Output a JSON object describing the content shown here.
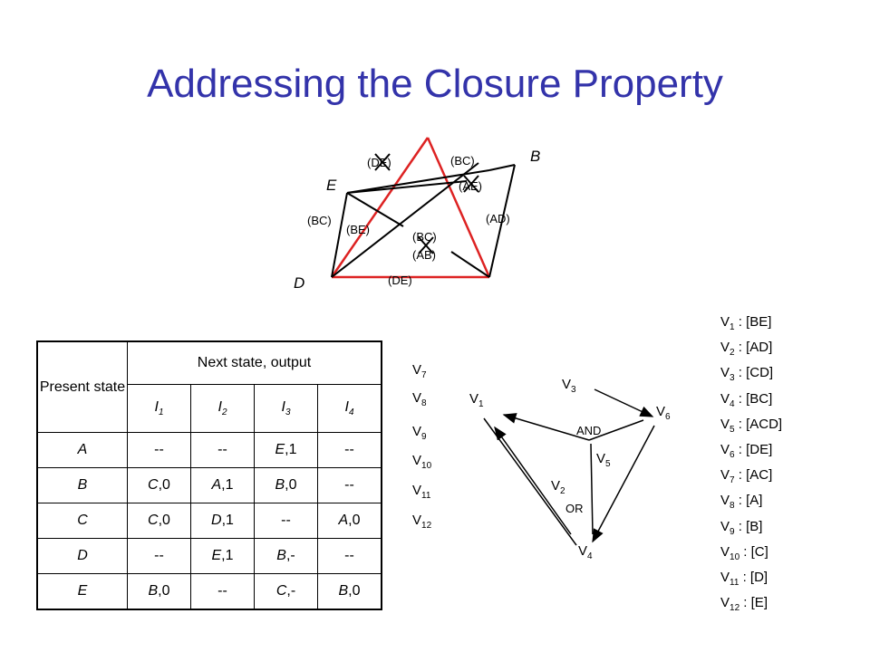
{
  "title": "Addressing the Closure Property",
  "diagram": {
    "nodes": {
      "B": "B",
      "E": "E",
      "D": "D"
    },
    "edge_labels": {
      "de_top": "(DE)",
      "bc_top": "(BC)",
      "ae_top": "(AE)",
      "bc_left": "(BC)",
      "be": "(BE)",
      "ad": "(AD)",
      "bc_mid": "(BC)",
      "ab_mid": "(AB)",
      "de_bottom": "(DE)"
    }
  },
  "table": {
    "present_state_header": "Present state",
    "next_state_header": "Next state, output",
    "inputs": [
      "I1",
      "I2",
      "I3",
      "I4"
    ],
    "rows": [
      {
        "state": "A",
        "cells": [
          "--",
          "--",
          "E,1",
          "--"
        ]
      },
      {
        "state": "B",
        "cells": [
          "C,0",
          "A,1",
          "B,0",
          "--"
        ]
      },
      {
        "state": "C",
        "cells": [
          "C,0",
          "D,1",
          "--",
          "A,0"
        ]
      },
      {
        "state": "D",
        "cells": [
          "--",
          "E,1",
          "B,-",
          "--"
        ]
      },
      {
        "state": "E",
        "cells": [
          "B,0",
          "--",
          "C,-",
          "B,0"
        ]
      }
    ]
  },
  "vertex_column": [
    "V7",
    "V8",
    "V9",
    "V10",
    "V11",
    "V12"
  ],
  "graph": {
    "nodes": {
      "v1": "V1",
      "v2": "V2",
      "v3": "V3",
      "v4": "V4",
      "v5": "V5",
      "v6": "V6"
    },
    "and_label": "AND",
    "or_label": "OR"
  },
  "vertex_list": [
    {
      "v": "V",
      "n": "1",
      "set": ": [BE]"
    },
    {
      "v": "V",
      "n": "2",
      "set": ": [AD]"
    },
    {
      "v": "V",
      "n": "3",
      "set": ": [CD]"
    },
    {
      "v": "V",
      "n": "4",
      "set": ": [BC]"
    },
    {
      "v": "V",
      "n": "5",
      "set": ": [ACD]"
    },
    {
      "v": "V",
      "n": "6",
      "set": ": [DE]"
    },
    {
      "v": "V",
      "n": "7",
      "set": ": [AC]"
    },
    {
      "v": "V",
      "n": "8",
      "set": ": [A]"
    },
    {
      "v": "V",
      "n": "9",
      "set": ": [B]"
    },
    {
      "v": "V",
      "n": "10",
      "set": ": [C]"
    },
    {
      "v": "V",
      "n": "11",
      "set": ": [D]"
    },
    {
      "v": "V",
      "n": "12",
      "set": ": [E]"
    }
  ],
  "colors": {
    "title": "#3333aa",
    "red_edge": "#dd2222",
    "black_edge": "#000000"
  }
}
